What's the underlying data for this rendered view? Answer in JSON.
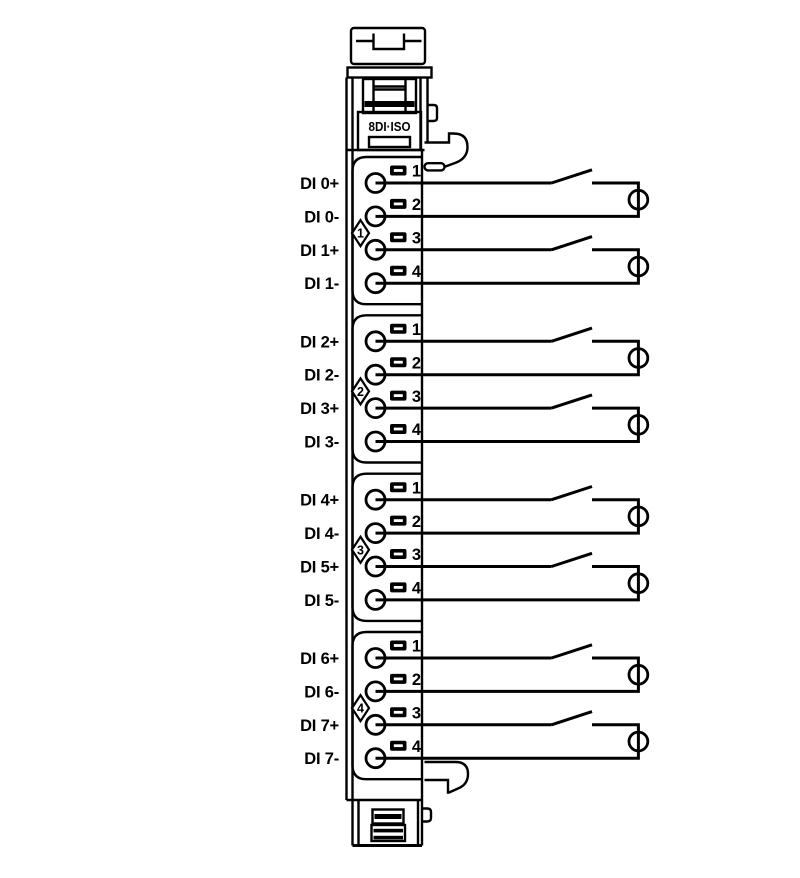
{
  "diagram": {
    "module_label": "8DI·ISO",
    "symbols": {
      "switch_icon": "normally-open-switch",
      "source_icon": "signal-source",
      "led_icon": "status-led"
    },
    "colors": {
      "line": "#000000",
      "background": "#ffffff"
    },
    "groups": [
      {
        "group_number": "1",
        "terminals": [
          {
            "channel": "DI 0+",
            "terminal_number": "1"
          },
          {
            "channel": "DI 0-",
            "terminal_number": "2"
          },
          {
            "channel": "DI 1+",
            "terminal_number": "3"
          },
          {
            "channel": "DI 1-",
            "terminal_number": "4"
          }
        ]
      },
      {
        "group_number": "2",
        "terminals": [
          {
            "channel": "DI 2+",
            "terminal_number": "1"
          },
          {
            "channel": "DI 2-",
            "terminal_number": "2"
          },
          {
            "channel": "DI 3+",
            "terminal_number": "3"
          },
          {
            "channel": "DI 3-",
            "terminal_number": "4"
          }
        ]
      },
      {
        "group_number": "3",
        "terminals": [
          {
            "channel": "DI 4+",
            "terminal_number": "1"
          },
          {
            "channel": "DI 4-",
            "terminal_number": "2"
          },
          {
            "channel": "DI 5+",
            "terminal_number": "3"
          },
          {
            "channel": "DI 5-",
            "terminal_number": "4"
          }
        ]
      },
      {
        "group_number": "4",
        "terminals": [
          {
            "channel": "DI 6+",
            "terminal_number": "1"
          },
          {
            "channel": "DI 6-",
            "terminal_number": "2"
          },
          {
            "channel": "DI 7+",
            "terminal_number": "3"
          },
          {
            "channel": "DI 7-",
            "terminal_number": "4"
          }
        ]
      }
    ]
  }
}
